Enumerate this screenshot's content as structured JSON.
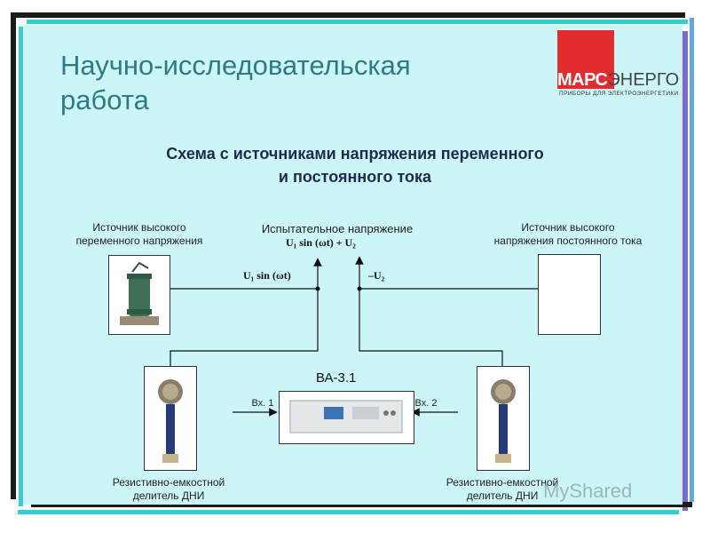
{
  "slide": {
    "title": "Научно-исследовательская работа",
    "subtitle_line1": "Схема с источниками напряжения переменного",
    "subtitle_line2": "и постоянного тока"
  },
  "logo": {
    "part1": "МАРС",
    "part2": "ЭНЕРГО",
    "tagline": "ПРИБОРЫ ДЛЯ ЭЛЕКТРОЭНЕРГЕТИКИ"
  },
  "diagram": {
    "ac_source_label_line1": "Источник высокого",
    "ac_source_label_line2": "переменного напряжения",
    "dc_source_label_line1": "Источник высокого",
    "dc_source_label_line2": "напряжения постоянного тока",
    "test_voltage_label": "Испытательное напряжение",
    "test_voltage_formula": "U₁ sin (ωt) + U₂",
    "ac_signal": "U₁ sin (ωt)",
    "dc_signal": "–U₂",
    "device_name": "ВА-3.1",
    "input1": "Вх. 1",
    "input2": "Вх. 2",
    "left_divider_line1": "Резистивно-емкостной",
    "left_divider_line2": "делитель ДНИ",
    "right_divider_line1": "Резистивно-емкостной",
    "right_divider_line2": "делитель ДНИ"
  },
  "watermark": {
    "text": "MyShared"
  }
}
